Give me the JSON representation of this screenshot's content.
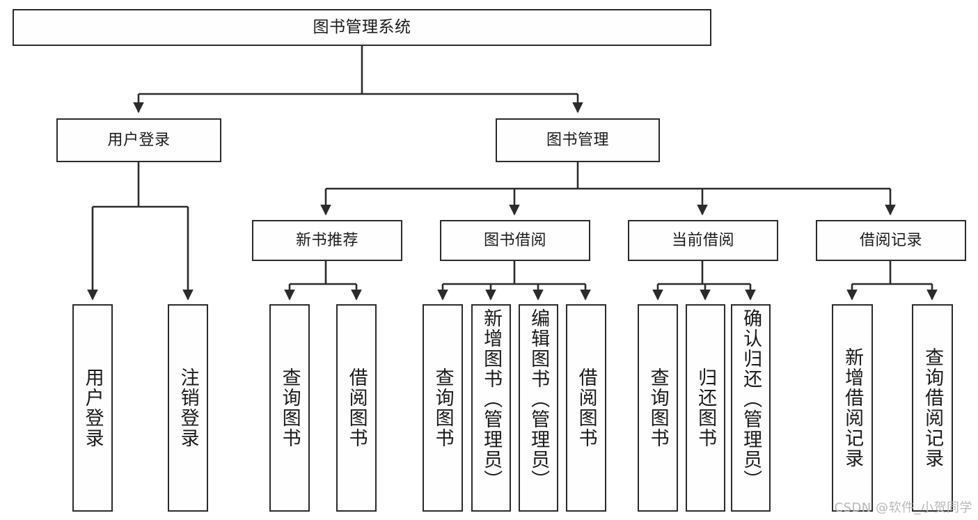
{
  "diagram": {
    "title": "图书管理系统",
    "type": "tree-hierarchy-chart",
    "watermark": "CSDN @软件_小贺同学",
    "colors": {
      "border": "#2b2b2b",
      "background": "#ffffff",
      "node_fill": "#fefefe",
      "text": "#1a1a1a",
      "watermark": "#b9b9b9"
    },
    "root": {
      "label": "图书管理系统"
    },
    "level2": [
      {
        "label": "用户登录"
      },
      {
        "label": "图书管理"
      }
    ],
    "level3": [
      {
        "label": "新书推荐"
      },
      {
        "label": "图书借阅"
      },
      {
        "label": "当前借阅"
      },
      {
        "label": "借阅记录"
      }
    ],
    "leaves": {
      "user_login": [
        {
          "label": "用户登录"
        },
        {
          "label": "注销登录"
        }
      ],
      "new_book_recommend": [
        {
          "label": "查询图书"
        },
        {
          "label": "借阅图书"
        }
      ],
      "book_borrow": [
        {
          "label": "查询图书"
        },
        {
          "label": "新增图书（管理员）"
        },
        {
          "label": "编辑图书（管理员）"
        },
        {
          "label": "借阅图书"
        }
      ],
      "current_borrow": [
        {
          "label": "查询图书"
        },
        {
          "label": "归还图书"
        },
        {
          "label": "确认归还（管理员）"
        }
      ],
      "borrow_record": [
        {
          "label": "新增借阅记录"
        },
        {
          "label": "查询借阅记录"
        }
      ]
    }
  }
}
